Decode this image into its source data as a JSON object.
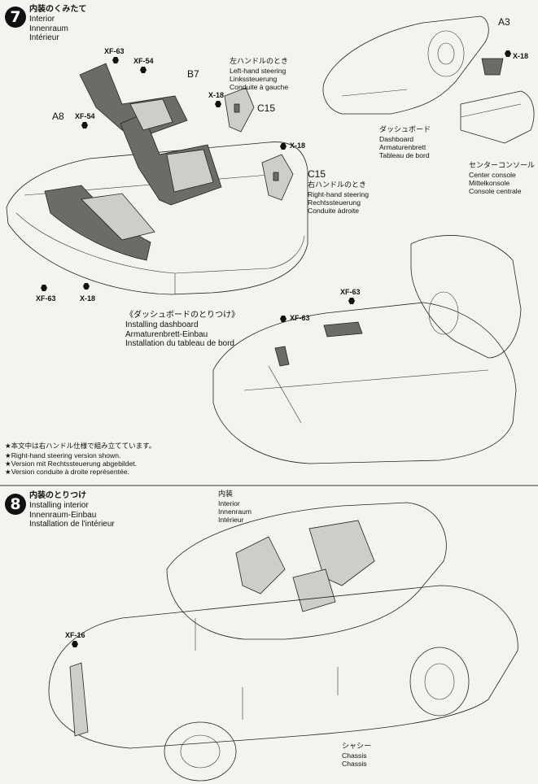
{
  "step7": {
    "number": "7",
    "title_jp": "内装のくみたて",
    "title_en": "Interior",
    "title_de": "Innenraum",
    "title_fr": "Intérieur"
  },
  "step7_parts": {
    "xf63_a": "XF-63",
    "xf54_a": "XF-54",
    "b7": "B7",
    "a8": "A8",
    "xf54_b": "XF-54",
    "x18_a": "X-18",
    "c15_a": "C15",
    "x18_b": "X-18",
    "c15_b": "C15",
    "xf63_b": "XF-63",
    "x18_c": "X-18",
    "a3": "A3",
    "x18_d": "X-18",
    "xf63_c": "XF-63",
    "xf63_d": "XF-63"
  },
  "left_hand": {
    "jp": "左ハンドルのとき",
    "en": "Left-hand steering",
    "de": "Linkssteuerung",
    "fr": "Conduite à gauche"
  },
  "right_hand": {
    "jp": "右ハンドルのとき",
    "en": "Right-hand steering",
    "de": "Rechtssteuerung",
    "fr": "Conduite àdroite"
  },
  "dashboard": {
    "jp": "ダッシュボード",
    "en": "Dashboard",
    "de": "Armaturenbrett",
    "fr": "Tableau de bord"
  },
  "center_console": {
    "jp": "センターコンソール",
    "en": "Center console",
    "de": "Mittelkonsole",
    "fr": "Console centrale"
  },
  "install_dash": {
    "jp": "《ダッシュボードのとりつけ》",
    "en": "Installing dashboard",
    "de": "Armaturenbrett-Einbau",
    "fr": "Installation du tableau de bord"
  },
  "note": {
    "jp": "★本文中は右ハンドル仕様で組み立てています。",
    "en": "★Right-hand steering version shown.",
    "de": "★Version mit Rechtssteuerung abgebildet.",
    "fr": "★Version conduite à droite représentée."
  },
  "step8": {
    "number": "8",
    "title_jp": "内装のとりつけ",
    "title_en": "Installing interior",
    "title_de": "Innenraum-Einbau",
    "title_fr": "Installation de l'intérieur"
  },
  "interior_label": {
    "jp": "内装",
    "en": "Interior",
    "de": "Innenraum",
    "fr": "Intérieur"
  },
  "chassis_label": {
    "jp": "シャシー",
    "en": "Chassis",
    "de": "Chassis"
  },
  "step8_parts": {
    "xf16": "XF-16"
  }
}
